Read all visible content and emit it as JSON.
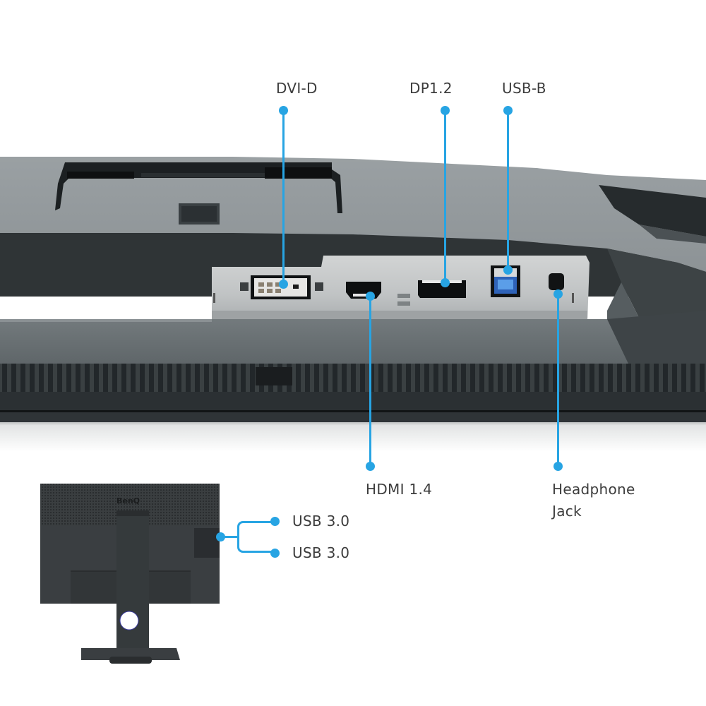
{
  "colors": {
    "accent": "#27a4e3",
    "label_text": "#3c3c3c",
    "housing_light": "#8f9598",
    "housing_dark": "#2e3335",
    "io_plate": "#b9bdbe",
    "background": "#ffffff"
  },
  "rear_panel": {
    "callouts_top": [
      {
        "id": "dvi-d",
        "label": "DVI-D"
      },
      {
        "id": "dp",
        "label": "DP1.2"
      },
      {
        "id": "usb-b",
        "label": "USB-B"
      }
    ],
    "callouts_bottom": [
      {
        "id": "hdmi",
        "label": "HDMI 1.4"
      },
      {
        "id": "headphone",
        "label_line1": "Headphone",
        "label_line2": "Jack"
      }
    ]
  },
  "monitor_back_view": {
    "brand_logo": "BenQ",
    "side_port_callouts": [
      {
        "id": "usb3-1",
        "label": "USB 3.0"
      },
      {
        "id": "usb3-2",
        "label": "USB 3.0"
      }
    ]
  }
}
